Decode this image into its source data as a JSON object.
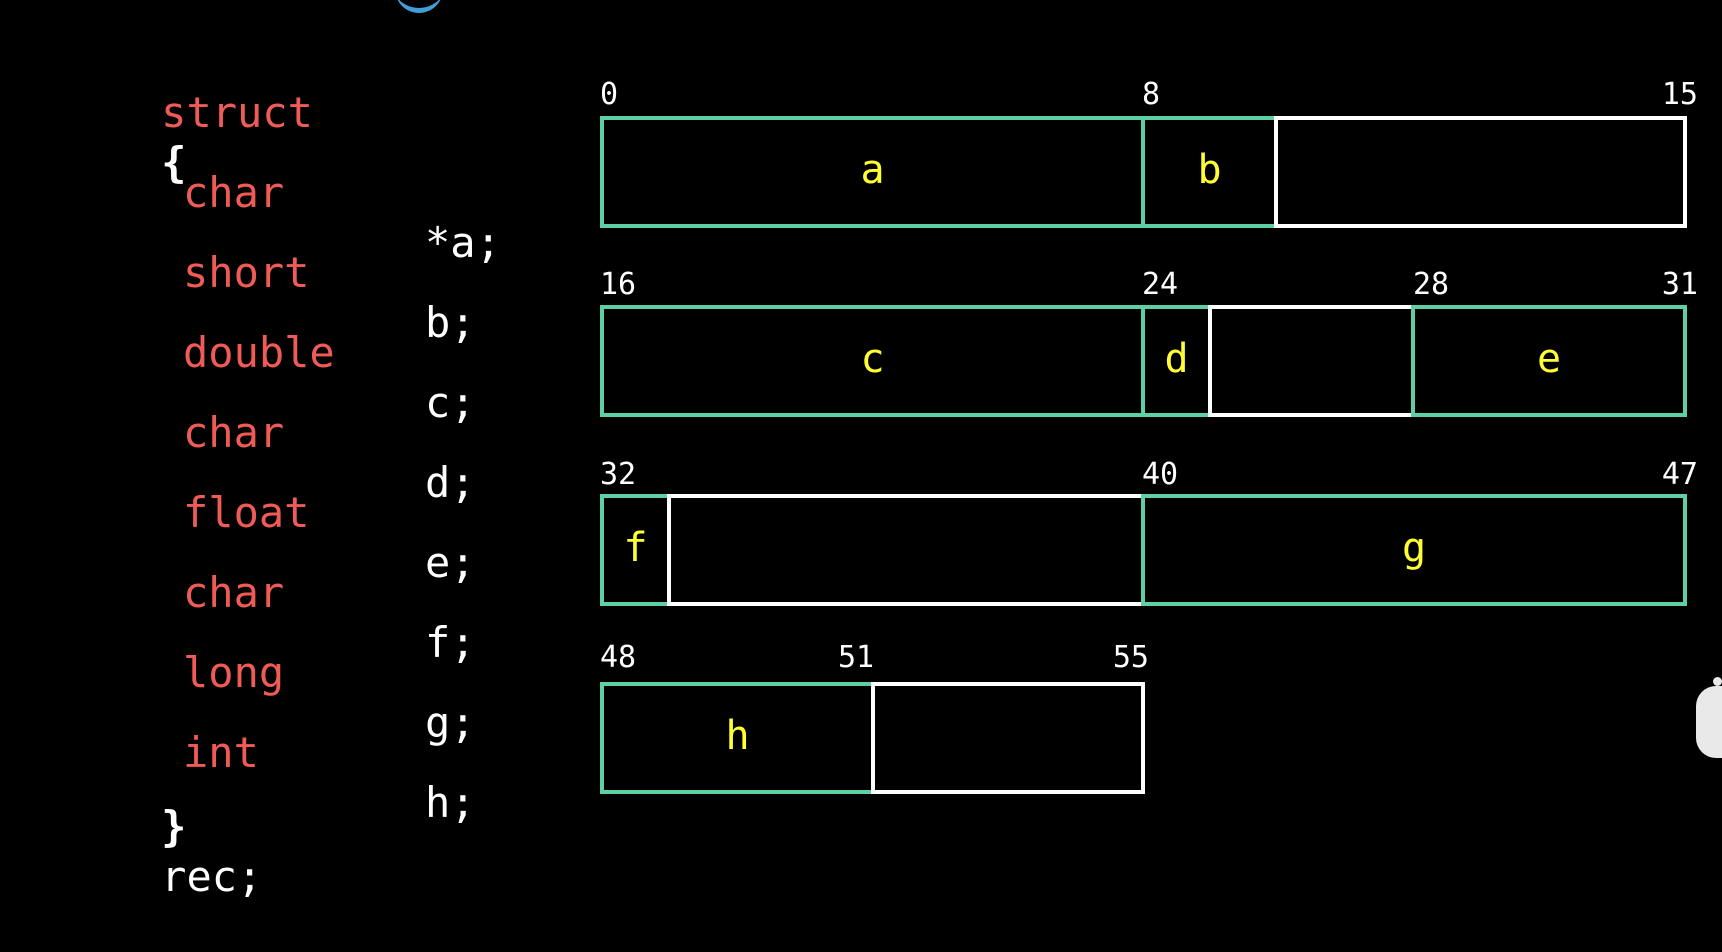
{
  "code": {
    "open": "struct",
    "open_brace": "{",
    "fields": [
      {
        "type": "char",
        "name": "*a;"
      },
      {
        "type": "short",
        "name": "b;"
      },
      {
        "type": "double",
        "name": "c;"
      },
      {
        "type": "char",
        "name": "d;"
      },
      {
        "type": "float",
        "name": "e;"
      },
      {
        "type": "char",
        "name": "f;"
      },
      {
        "type": "long",
        "name": "g;"
      },
      {
        "type": "int",
        "name": "h;"
      }
    ],
    "close_brace": "}",
    "close_name": "rec;"
  },
  "layout": {
    "rows": [
      {
        "start_label": "0",
        "mid_labels": [
          "8"
        ],
        "end_label": "15",
        "fields": [
          {
            "label": "a",
            "kind": "field"
          },
          {
            "label": "b",
            "kind": "field"
          },
          {
            "label": "",
            "kind": "padding"
          }
        ]
      },
      {
        "start_label": "16",
        "mid_labels": [
          "24",
          "28"
        ],
        "end_label": "31",
        "fields": [
          {
            "label": "c",
            "kind": "field"
          },
          {
            "label": "d",
            "kind": "field"
          },
          {
            "label": "",
            "kind": "padding"
          },
          {
            "label": "e",
            "kind": "field"
          }
        ]
      },
      {
        "start_label": "32",
        "mid_labels": [
          "40"
        ],
        "end_label": "47",
        "fields": [
          {
            "label": "f",
            "kind": "field"
          },
          {
            "label": "",
            "kind": "padding"
          },
          {
            "label": "g",
            "kind": "field"
          }
        ]
      },
      {
        "start_label": "48",
        "mid_labels": [
          "51"
        ],
        "end_label": "55",
        "fields": [
          {
            "label": "h",
            "kind": "field"
          },
          {
            "label": "",
            "kind": "padding"
          }
        ]
      }
    ]
  },
  "colors": {
    "background": "#000000",
    "keyword": "#ef5b57",
    "code_text": "#ffffff",
    "field_border": "#5fcfa6",
    "padding_border": "#ffffff",
    "field_label": "#ffff33"
  }
}
